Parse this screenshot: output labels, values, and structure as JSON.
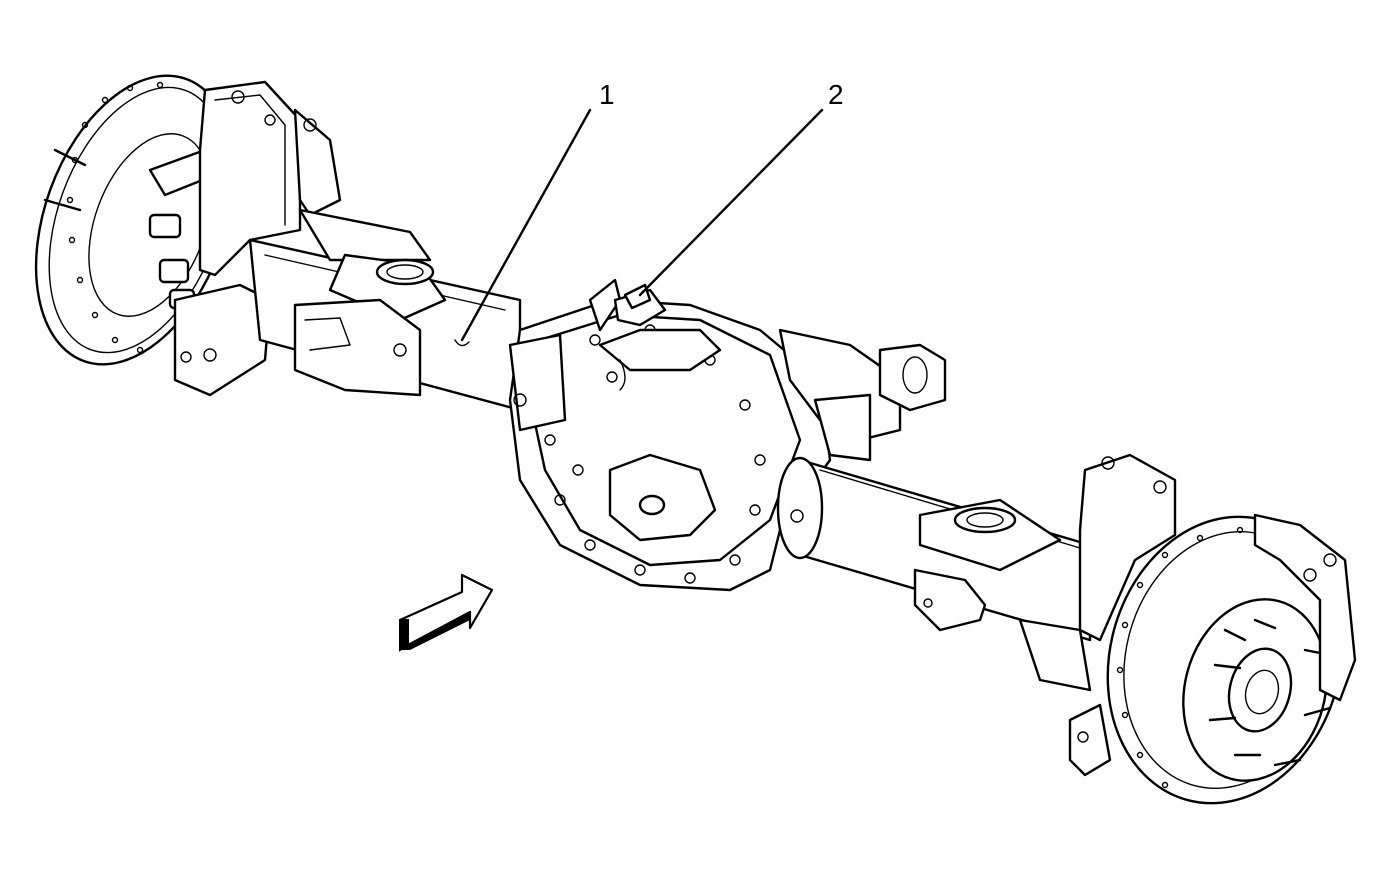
{
  "callouts": [
    {
      "id": "1",
      "label": "1"
    },
    {
      "id": "2",
      "label": "2"
    }
  ],
  "icons": {
    "view_arrow": "direction-arrow-icon"
  }
}
